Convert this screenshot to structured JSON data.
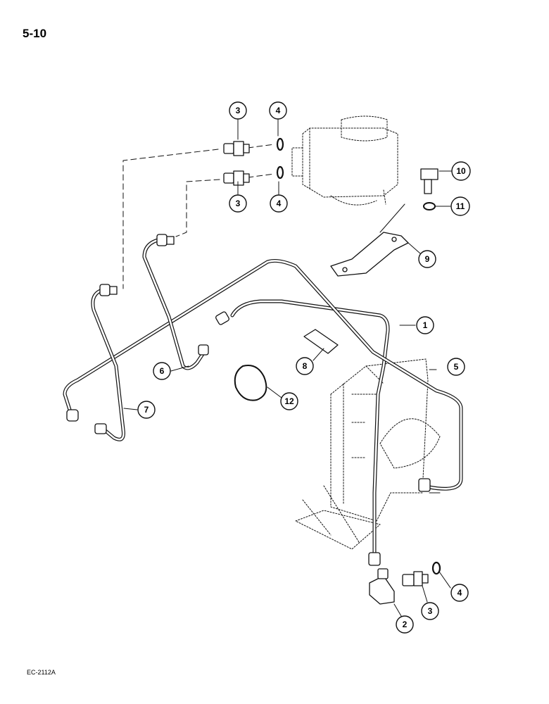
{
  "page_number": "5-10",
  "figure_code": "EC-2112A",
  "callouts": {
    "c1": "1",
    "c2": "2",
    "c3a": "3",
    "c3b": "3",
    "c3c": "3",
    "c4a": "4",
    "c4b": "4",
    "c4c": "4",
    "c5": "5",
    "c6": "6",
    "c7": "7",
    "c8": "8",
    "c9": "9",
    "c10": "10",
    "c11": "11",
    "c12": "12"
  }
}
